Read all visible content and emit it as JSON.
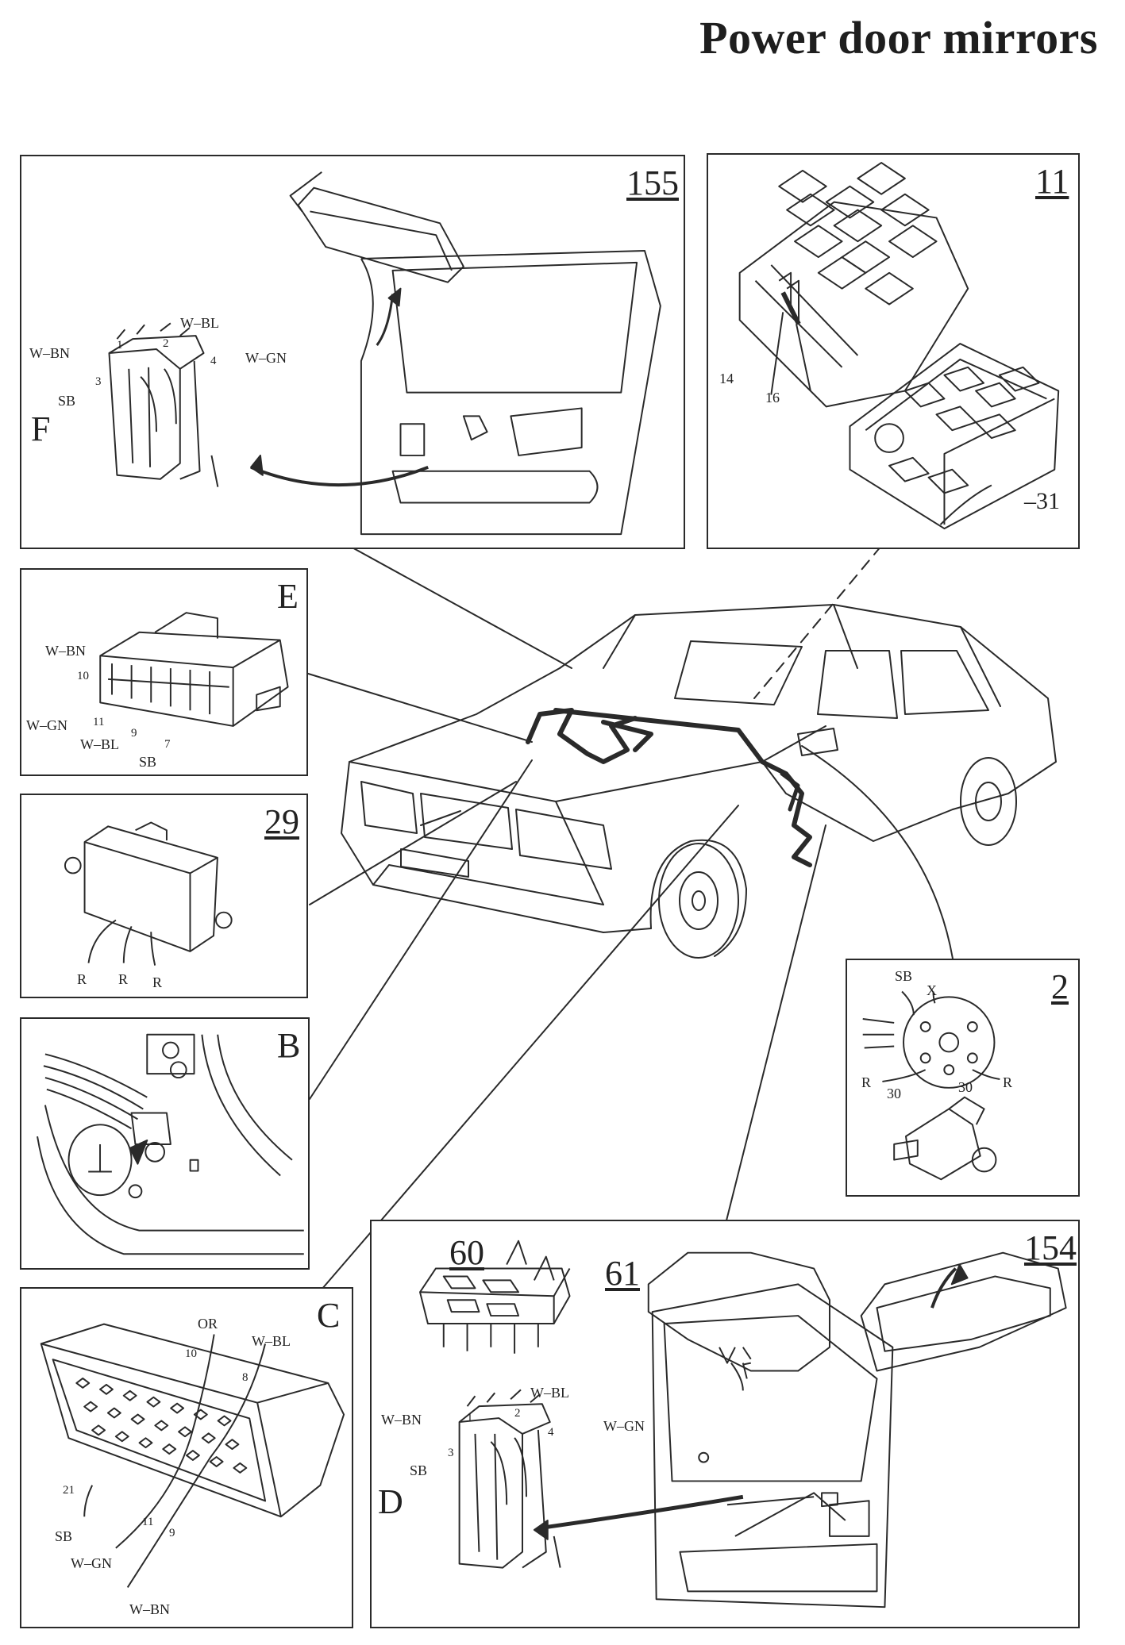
{
  "title": "Power door mirrors",
  "panels": {
    "p155": {
      "number": "155",
      "letter": "F",
      "pins": {
        "p1": "1",
        "p2": "2",
        "p3": "3",
        "p4": "4"
      },
      "wires": {
        "wbn": "W–BN",
        "wbl": "W–BL",
        "wgn": "W–GN",
        "sb": "SB"
      }
    },
    "p11": {
      "number": "11",
      "labels": {
        "a": "14",
        "b": "16",
        "c": "–31"
      }
    },
    "pE": {
      "letter": "E",
      "pins": {
        "p10": "10",
        "p11": "11",
        "p9": "9",
        "p7": "7"
      },
      "wires": {
        "wbn": "W–BN",
        "wgn": "W–GN",
        "wbl": "W–BL",
        "sb": "SB"
      }
    },
    "p29": {
      "number": "29",
      "wires": [
        "R",
        "R",
        "R"
      ]
    },
    "pB": {
      "letter": "B",
      "ground": "⊥"
    },
    "pC": {
      "letter": "C",
      "pins": {
        "p10": "10",
        "p8": "8",
        "p21": "21",
        "p11": "11",
        "p9": "9"
      },
      "wires": {
        "or": "OR",
        "wbl": "W–BL",
        "sb": "SB",
        "wgn": "W–GN",
        "wbn": "W–BN"
      }
    },
    "p2": {
      "number": "2",
      "labels": {
        "sb": "SB",
        "x": "X",
        "r1": "R",
        "n1": "30",
        "n2": "30",
        "r2": "R"
      }
    },
    "p154": {
      "number": "154",
      "letter": "D",
      "sub1": "60",
      "sub2": "61",
      "pins": {
        "p1": "1",
        "p2": "2",
        "p3": "3",
        "p4": "4"
      },
      "wires": {
        "wbn": "W–BN",
        "wbl": "W–BL",
        "wgn": "W–GN",
        "sb": "SB"
      }
    }
  }
}
